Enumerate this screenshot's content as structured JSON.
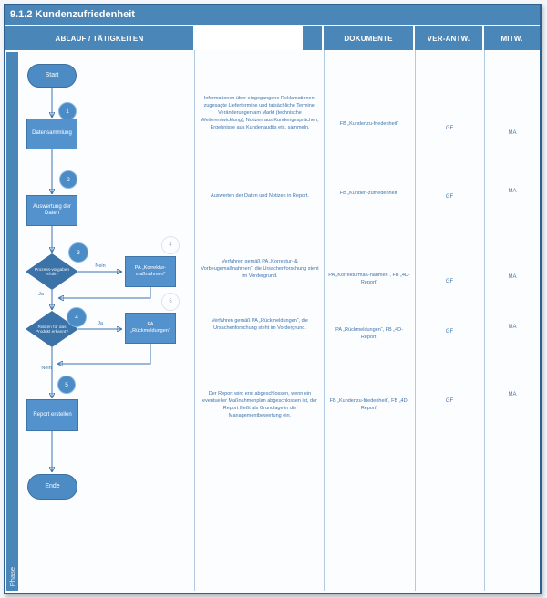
{
  "title": "9.1.2 Kundenzufriedenheit",
  "phase_label": "Phase",
  "header": {
    "col_flow": "ABLAUF / TÄTIGKEITEN",
    "col_documents": "DOKUMENTE",
    "col_responsible": "VER-ANTW.",
    "col_contributors": "MITW."
  },
  "colors": {
    "header_blue": "#4a86b8",
    "node_blue": "#5492cd",
    "node_border_blue": "#3e76ac",
    "decision_blue": "#3b72a7",
    "terminator_blue": "#4c8bc4",
    "annotation_text_blue": "#3e74ad",
    "grid_line": "#b3c9e0"
  },
  "flow": {
    "start_label": "Start",
    "end_label": "Ende",
    "step1_num": "1",
    "step1_label": "Datensammlung",
    "step2_num": "2",
    "step2_label": "Auswertung der Daten",
    "decision1_num": "3",
    "decision1_label": "Prozess-vorgaben erfüllt?",
    "decision1_no_label": "Nein",
    "decision1_yes_label": "Ja",
    "ref1_num": "4",
    "ref1_label": "PA „Korrektur-maßnahmen“",
    "decision2_num": "4",
    "decision2_label": "Risiken für das Produkt erkannt?",
    "decision2_yes_label": "Ja",
    "decision2_no_label": "Nein",
    "ref2_num": "5",
    "ref2_label": "PA „Rückmeldungen“",
    "step5_num": "5",
    "step5_label": "Report erstellen"
  },
  "rows": [
    {
      "info": "Informationen über eingegangene Reklamationen, zugesagte Liefertermine und tatsächliche Termine, Veränderungen am Markt (technische Weiterentwicklung), Notizen aus Kundengesprächen, Ergebnisse aus Kundenaudits etc. sammeln.",
      "documents": "FB „Kundenzu-friedenheit“",
      "responsible": "GF",
      "contributors": "MA"
    },
    {
      "info": "Auswerten der Daten und Notizen in Report.",
      "documents": "FB „Kunden-zufriedenheit“",
      "responsible": "GF",
      "contributors": "MA"
    },
    {
      "info": "Verfahren gemäß PA „Korrektur- & Vorbeugemaßnahmen“, die Ursachenforschung steht im Vordergrund.",
      "documents": "PA „Korrekturmaß-nahmen“, FB „4D-Report“",
      "responsible": "GF",
      "contributors": "MA"
    },
    {
      "info": "Verfahren gemäß PA „Rückmeldungen“, die Ursachenforschung steht im Vordergrund.",
      "documents": "PA „Rückmeldungen“, FB „4D-Report“",
      "responsible": "GF",
      "contributors": "MA"
    },
    {
      "info": "Der Report wird erst abgeschlossen, wenn ein eventueller Maßnahmenplan abgeschlossen ist, der Report fließt als Grundlage in die Managementbewertung ein.",
      "documents": "FB „Kundenzu-friedenheit“, FB „4D-Report“",
      "responsible": "GF",
      "contributors": "MA"
    }
  ]
}
